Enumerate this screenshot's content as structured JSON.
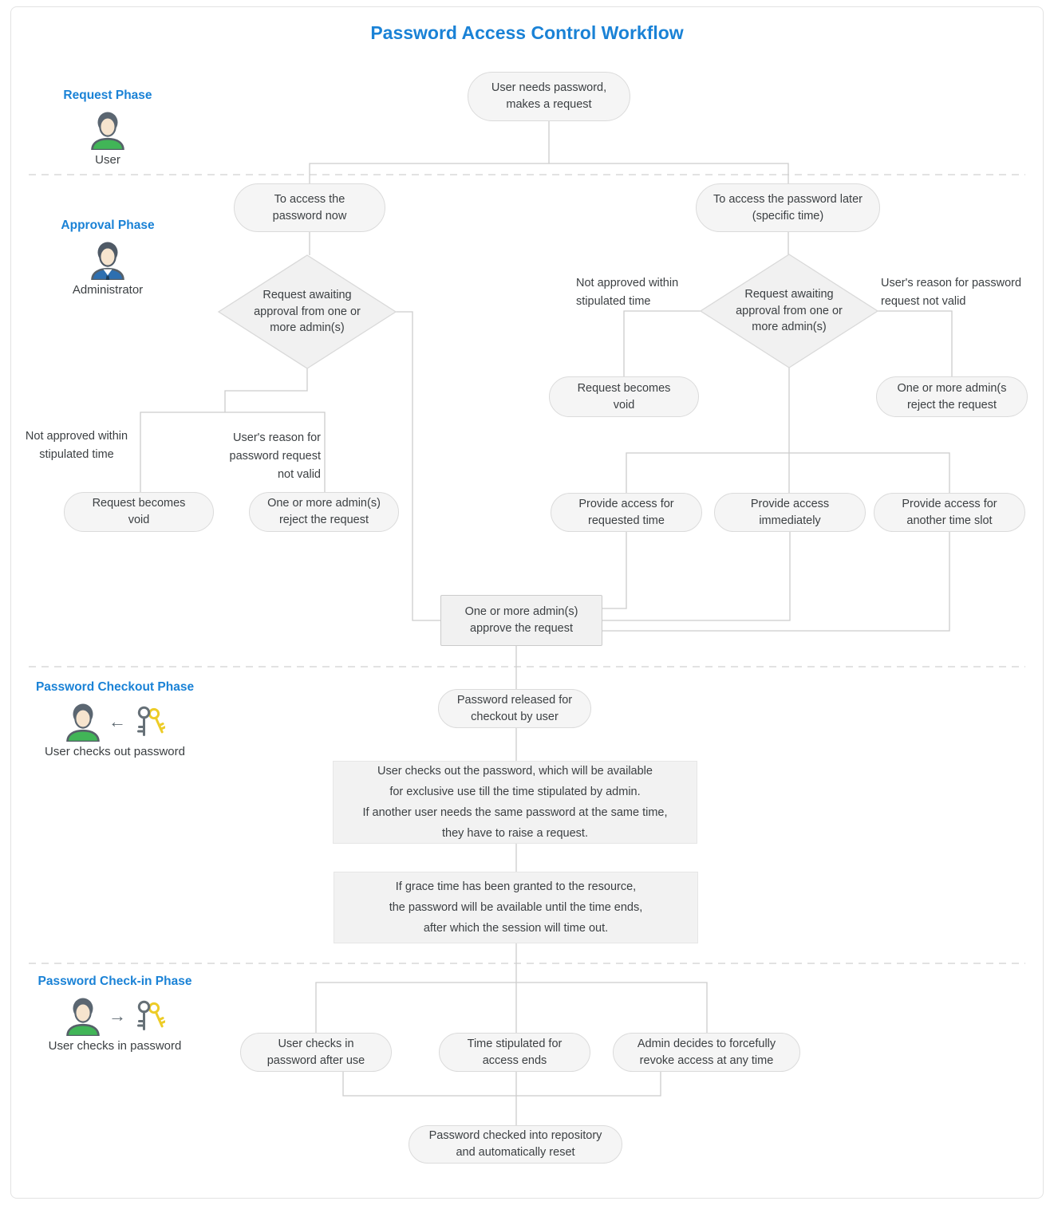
{
  "title": "Password Access Control Workflow",
  "colors": {
    "accent_blue": "#1a82d6",
    "node_fill": "#f4f4f4",
    "connector_line": "#cccccc",
    "user_shirt_green": "#41b557",
    "admin_suit_blue": "#2d6fb0",
    "key_yellow": "#edcc27"
  },
  "phases": [
    {
      "label": "Request Phase",
      "caption": "User"
    },
    {
      "label": "Approval Phase",
      "caption": "Administrator"
    },
    {
      "label": "Password Checkout Phase",
      "caption": "User checks out password"
    },
    {
      "label": "Password Check-in Phase",
      "caption": "User checks in password"
    }
  ],
  "nodes": {
    "start": "User needs password,\nmakes a request",
    "access_now": "To access the\npassword now",
    "access_later": "To access the password later\n(specific time)",
    "awaiting_now": "Request awaiting\napproval from one or\nmore admin(s)",
    "awaiting_later": "Request awaiting\napproval from one or\nmore admin(s)",
    "void_now": "Request becomes\nvoid",
    "reject_now": "One or more admin(s)\nreject the request",
    "void_later": "Request becomes\nvoid",
    "reject_later": "One or more admin(s\nreject the request",
    "provide_requested": "Provide access for\nrequested time",
    "provide_immediately": "Provide access\nimmediately",
    "provide_another": "Provide access for\nanother time slot",
    "approve": "One or more admin(s)\napprove the request",
    "released": "Password released for\ncheckout by user",
    "checkout_note": "User checks out the password, which will be available\nfor exclusive use till the time stipulated by admin.\nIf another user needs the same password at the same time,\nthey have to raise a request.",
    "grace_note": "If grace time has been granted to the resource,\nthe password will be available until the time ends,\nafter which the session will time out.",
    "checkin_user": "User checks in\npassword after use",
    "checkin_time": "Time stipulated for\naccess ends",
    "checkin_revoke": "Admin decides to forcefully\nrevoke access at any time",
    "reset": "Password checked into repository\nand automatically reset"
  },
  "edge_labels": {
    "now_not_approved": "Not approved within\nstipulated time",
    "now_invalid": "User's reason for\npassword request\nnot valid",
    "later_not_approved": "Not approved within\nstipulated time",
    "later_invalid": "User's reason for password\nrequest not valid"
  }
}
